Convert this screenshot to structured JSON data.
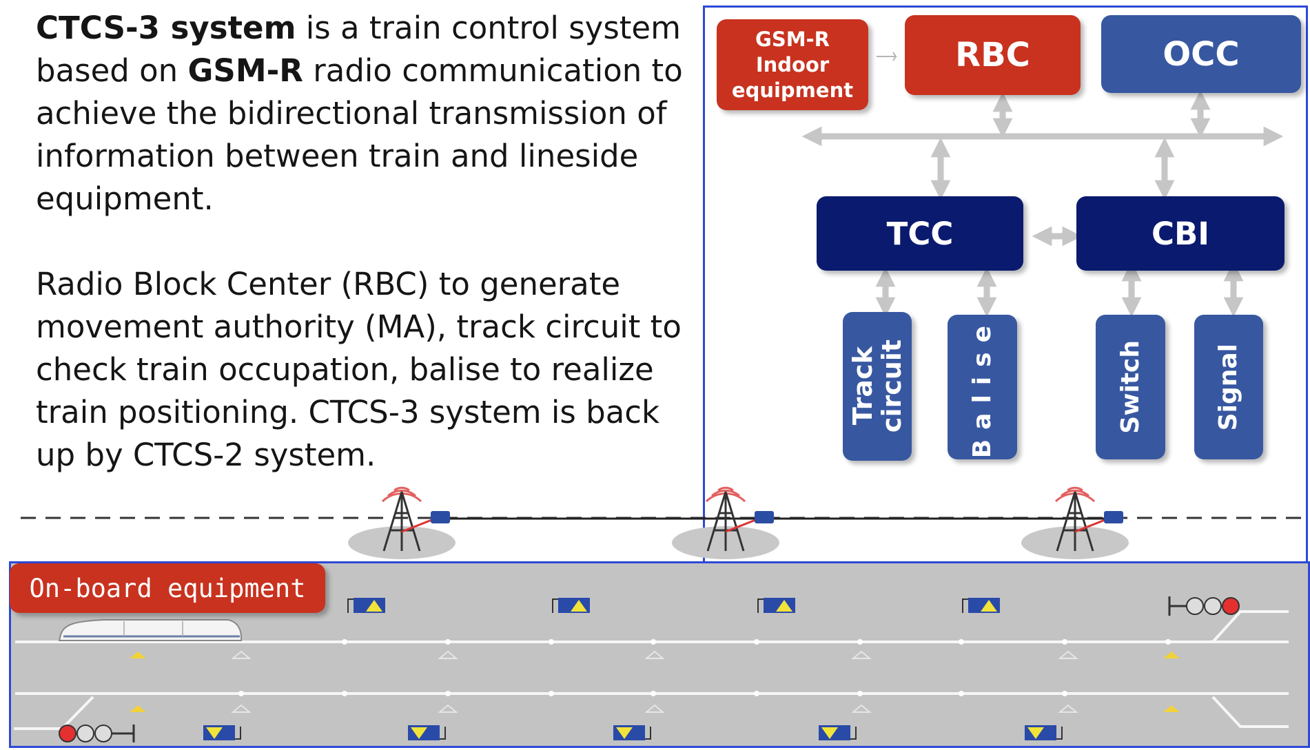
{
  "description": {
    "para1_bold1": "CTCS-3 system",
    "para1_text1": " is a train control system based on ",
    "para1_bold2": "GSM-R",
    "para1_text2": " radio communication to achieve the  bidirectional transmission of information between train and lineside equipment.",
    "para2": "Radio Block Center (RBC) to generate movement authority (MA), track circuit to check train occupation, balise to realize train positioning. CTCS-3 system is back up by CTCS-2 system."
  },
  "diagram": {
    "gsmr": "GSM-R\nIndoor\nequipment",
    "rbc": "RBC",
    "occ": "OCC",
    "tcc": "TCC",
    "cbi": "CBI",
    "track_circuit": "Track\ncircuit",
    "balise": "Balise",
    "switch": "Switch",
    "signal": "Signal"
  },
  "onboard": {
    "label": "On-board equipment"
  },
  "colors": {
    "red": "#c8321f",
    "blue": "#3758a1",
    "navy": "#0a1a6e",
    "frame": "#2d49d6",
    "track_bg": "#c3c3c3"
  }
}
